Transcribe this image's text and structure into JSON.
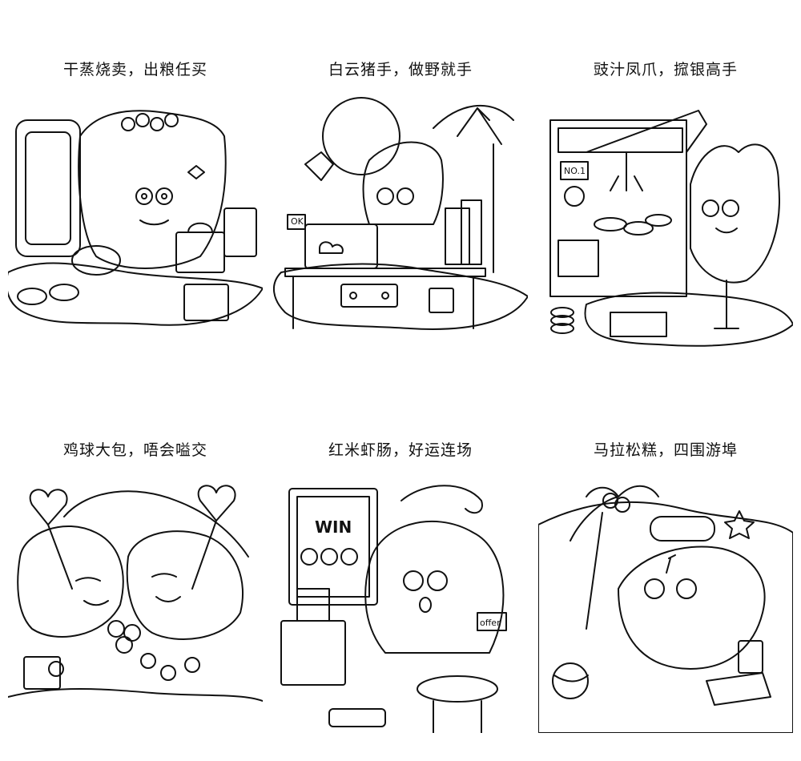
{
  "panels": [
    {
      "caption": "干蒸烧卖，出粮任买"
    },
    {
      "caption": "白云猪手，做野就手"
    },
    {
      "caption": "豉汁凤爪，搲银高手"
    },
    {
      "caption": "鸡球大包，唔会嗌交"
    },
    {
      "caption": "红米虾肠，好运连场"
    },
    {
      "caption": "马拉松糕，四围游埠"
    }
  ],
  "art_text": {
    "claw_machine_label": "NO.1",
    "desk_sticky_note": "OK",
    "tv_banner": "WIN",
    "offer_tag": "offer"
  },
  "colors": {
    "line": "#111111",
    "background": "#ffffff"
  }
}
